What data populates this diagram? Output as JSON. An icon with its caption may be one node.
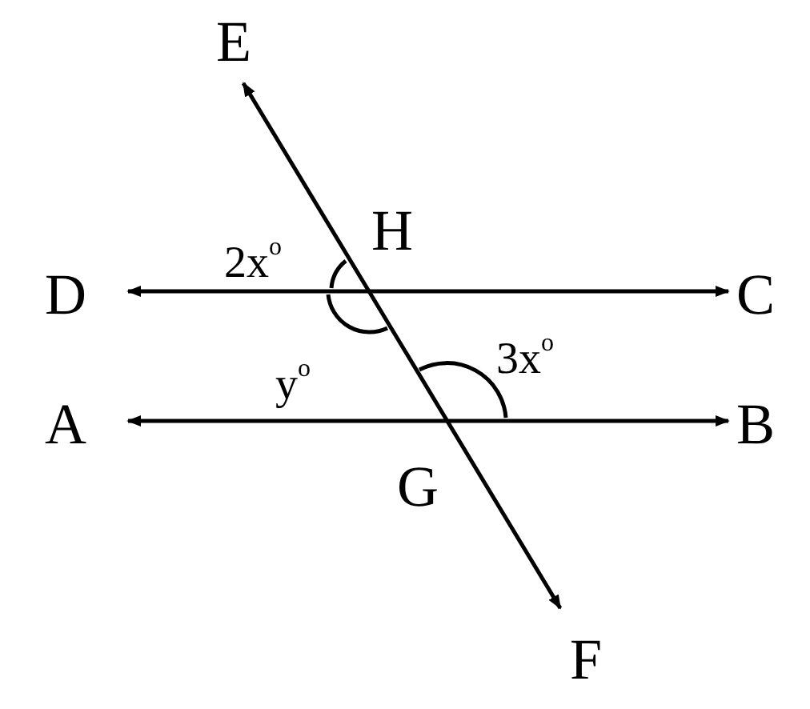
{
  "diagram": {
    "nodes": [
      {
        "text": [
          "E"
        ]
      },
      {
        "text": [
          "H"
        ]
      },
      {
        "text": [
          "D"
        ]
      },
      {
        "text": [
          "C"
        ]
      },
      {
        "text": [
          "A"
        ]
      },
      {
        "text": [
          "B"
        ]
      },
      {
        "text": [
          "G"
        ]
      },
      {
        "text": [
          "F"
        ]
      }
    ],
    "edges": [
      {
        "from": 2,
        "to": 3,
        "arrow": "both"
      },
      {
        "from": 4,
        "to": 5,
        "arrow": "both"
      },
      {
        "from": 0,
        "to": 7,
        "arrow": "both"
      }
    ],
    "labels": [
      "2x$^{o}$",
      "y$^{o}$",
      "3x$^{o}$"
    ]
  }
}
